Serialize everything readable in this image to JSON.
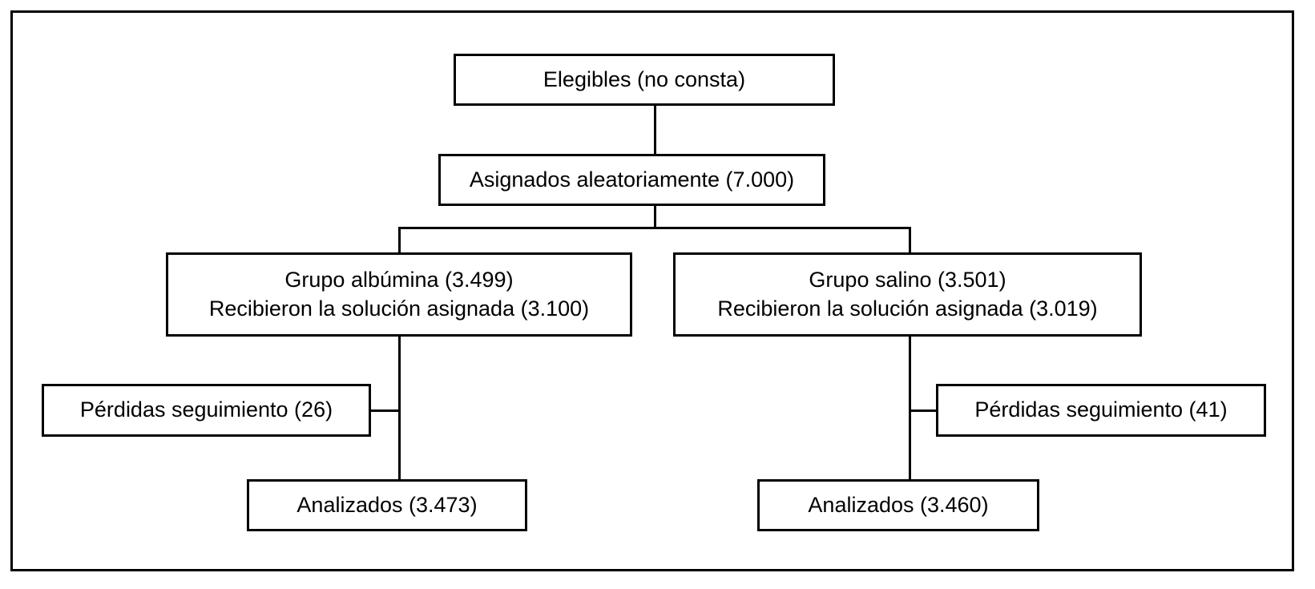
{
  "diagram": {
    "kind": "consort-flow-diagram",
    "language": "es",
    "colors": {
      "line": "#000000",
      "text": "#000000",
      "background": "#ffffff"
    },
    "nodes": {
      "eligible": {
        "label": "Elegibles (no consta)"
      },
      "randomized": {
        "label": "Asignados aleatoriamente (7.000)"
      },
      "group_albumin": {
        "line1": "Grupo albúmina (3.499)",
        "line2": "Recibieron la solución asignada (3.100)"
      },
      "group_saline": {
        "line1": "Grupo salino (3.501)",
        "line2": "Recibieron la solución asignada (3.019)"
      },
      "lost_albumin": {
        "label": "Pérdidas seguimiento (26)"
      },
      "lost_saline": {
        "label": "Pérdidas seguimiento (41)"
      },
      "analyzed_albumin": {
        "label": "Analizados (3.473)"
      },
      "analyzed_saline": {
        "label": "Analizados (3.460)"
      }
    }
  }
}
